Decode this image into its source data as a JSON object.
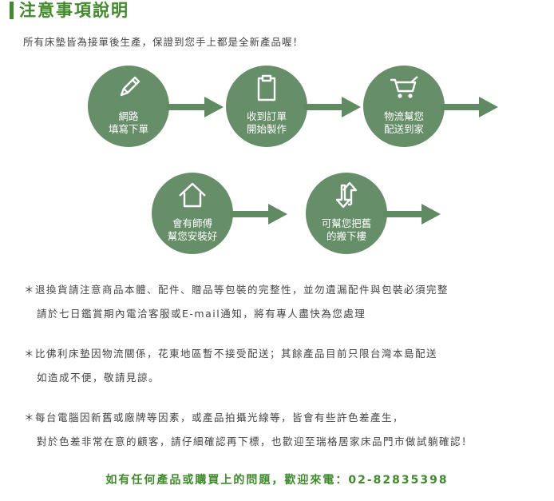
{
  "title": "注意事項說明",
  "subtitle": "所有床墊皆為接單後生產，保證到您手上都是全新產品喔！",
  "steps": [
    {
      "icon": "pencil-icon",
      "label": "網路\n填寫下單"
    },
    {
      "icon": "clipboard-icon",
      "label": "收到訂單\n開始製作"
    },
    {
      "icon": "cart-icon",
      "label": "物流幫您\n配送到家"
    },
    {
      "icon": "home-icon",
      "label": "會有師傅\n幫您安裝好"
    },
    {
      "icon": "up-down-arrows-icon",
      "label": "可幫您把舊\n的搬下樓"
    }
  ],
  "notes": [
    {
      "line1": "＊退換貨請注意商品本體、配件、贈品等包裝的完整性，並勿遺漏配件與包裝必須完整",
      "line2": "請於七日鑑賞期內電洽客服或E-mail通知，將有專人盡快為您處理"
    },
    {
      "line1": "＊比佛利床墊因物流關係，花東地區暫不接受配送；其餘產品目前只限台灣本島配送",
      "line2": "如造成不便，敬請見諒。"
    },
    {
      "line1": "＊每台電腦因新舊或廠牌等因素，或產品拍攝光線等，皆會有些許色差產生，",
      "line2": "對於色差非常在意的顧客，請仔細確認再下標，也歡迎至瑞格居家床品門市做試躺確認！"
    }
  ],
  "contact": "如有任何產品或購買上的問題，歡迎來電：02-82835398",
  "colors": {
    "accent": "#3f8a2a",
    "circle": "#668e68",
    "arrow": "#5f8a62"
  }
}
